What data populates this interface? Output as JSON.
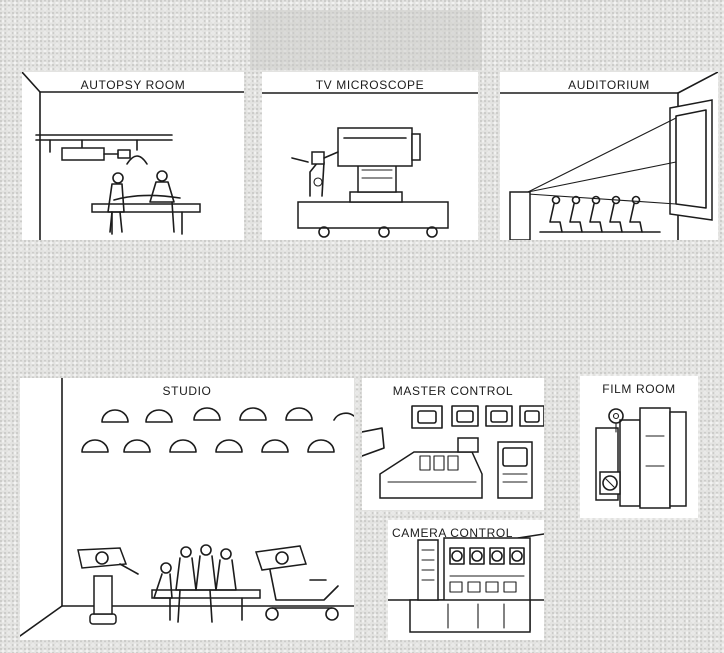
{
  "panels": {
    "autopsy_room": "AUTOPSY ROOM",
    "tv_microscope": "TV MICROSCOPE",
    "auditorium": "AUDITORIUM",
    "studio": "STUDIO",
    "master_control": "MASTER CONTROL",
    "film_room": "FILM ROOM",
    "camera_control": "CAMERA CONTROL"
  }
}
